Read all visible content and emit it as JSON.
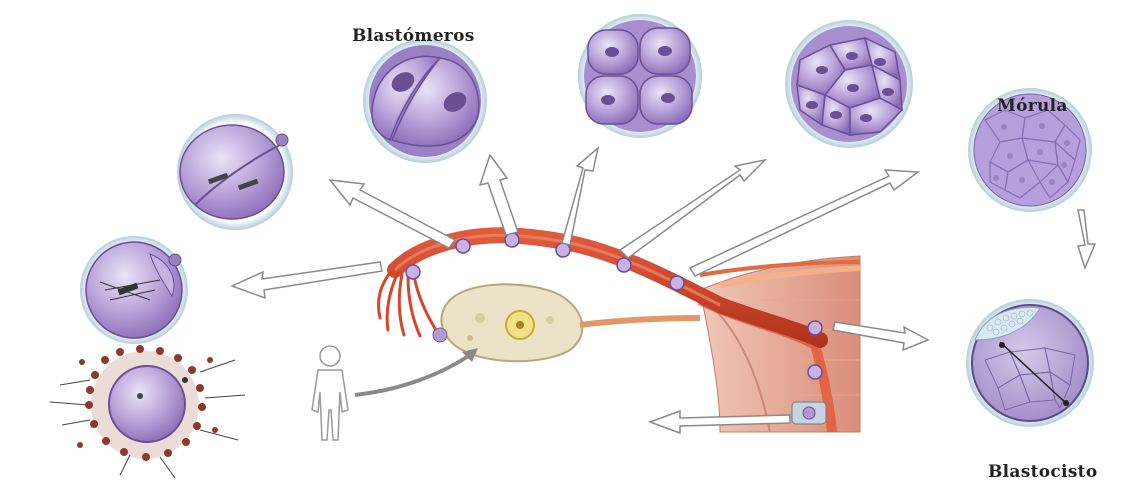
{
  "labels": {
    "blastomeros": "Blastómeros",
    "morula": "Mórula",
    "blastocisto": "Blastocisto"
  },
  "colors": {
    "cell_fill": "#b9a2d9",
    "cell_light": "#e3d7f3",
    "cell_dark": "#7d5fa8",
    "nucleus": "#6a4f94",
    "tube": "#d9442a",
    "tube_dark": "#b0301c",
    "ovary": "#e8dcc0",
    "uterus_wall": "#e9b7a6",
    "arrow": "#ffffff",
    "arrow_stroke": "#8a8a8a"
  }
}
